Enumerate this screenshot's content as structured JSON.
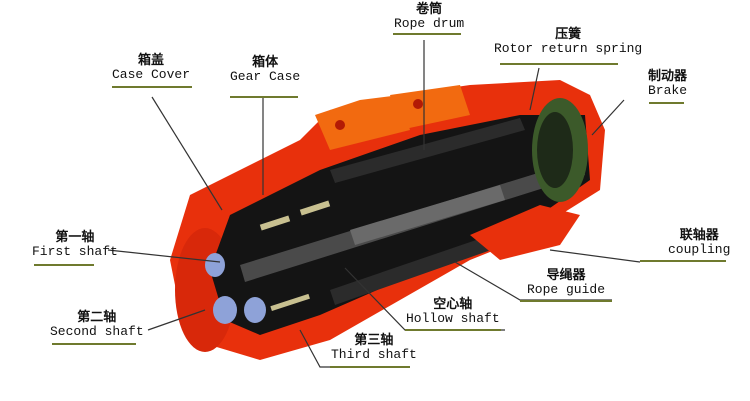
{
  "diagram": {
    "subject": "Electric hoist cutaway",
    "colors": {
      "casing": "#e8300c",
      "casing_highlight": "#f26a10",
      "interior": "#111111",
      "brake": "#3c5a2a",
      "leader_line": "#333333",
      "underline": "#6f7a2e"
    },
    "labels": [
      {
        "id": "case-cover",
        "zh": "箱盖",
        "en": "Case Cover"
      },
      {
        "id": "gear-case",
        "zh": "箱体",
        "en": "Gear Case"
      },
      {
        "id": "rope-drum",
        "zh": "卷筒",
        "en": "Rope drum"
      },
      {
        "id": "rotor-return-spring",
        "zh": "压簧",
        "en": "Rotor return spring"
      },
      {
        "id": "brake",
        "zh": "制动器",
        "en": "Brake"
      },
      {
        "id": "first-shaft",
        "zh": "第一轴",
        "en": "First shaft"
      },
      {
        "id": "coupling",
        "zh": "联轴器",
        "en": "coupling"
      },
      {
        "id": "rope-guide",
        "zh": "导绳器",
        "en": "Rope guide"
      },
      {
        "id": "second-shaft",
        "zh": "第二轴",
        "en": "Second shaft"
      },
      {
        "id": "hollow-shaft",
        "zh": "空心轴",
        "en": "Hollow shaft"
      },
      {
        "id": "third-shaft",
        "zh": "第三轴",
        "en": "Third shaft"
      }
    ]
  }
}
